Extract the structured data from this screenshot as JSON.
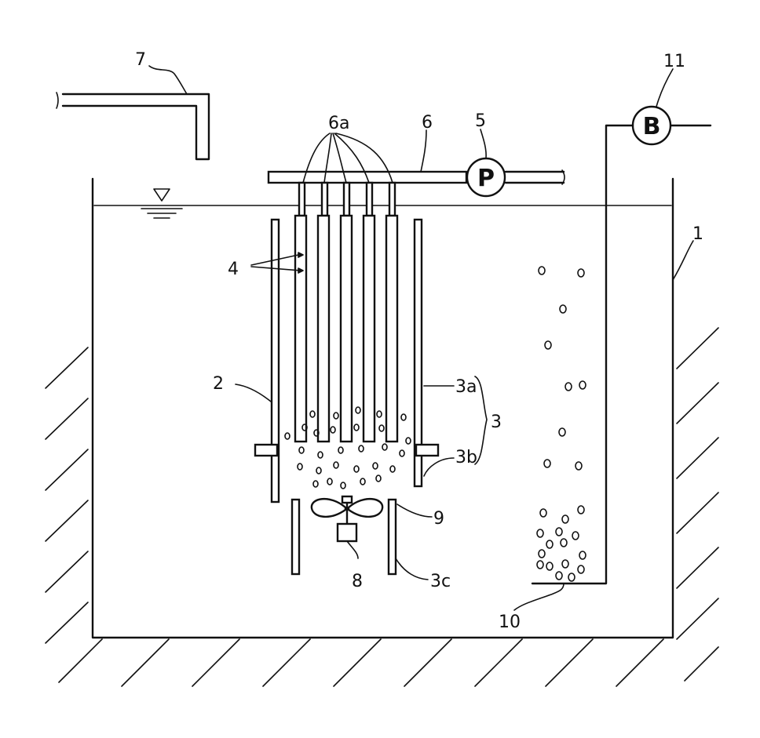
{
  "figure": {
    "labels": {
      "tank": "1",
      "outer_tube": "2",
      "cylinder": "3",
      "cylinder_upper": "3a",
      "cylinder_middle": "3b",
      "cylinder_lower": "3c",
      "electrodes": "4",
      "pump_ref": "5",
      "pipe": "6",
      "branches": "6a",
      "inlet_pipe": "7",
      "motor": "8",
      "impeller": "9",
      "diffuser": "10",
      "blower_ref": "11"
    },
    "pump_symbol": "P",
    "blower_symbol": "B"
  }
}
